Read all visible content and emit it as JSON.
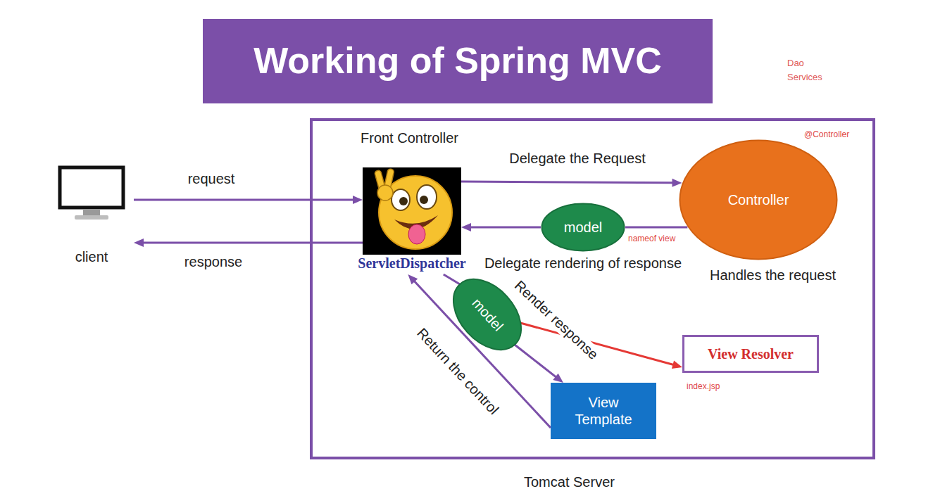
{
  "diagram": {
    "title": "Working of Spring MVC",
    "nodes": [
      {
        "text": [
          "client"
        ]
      },
      {
        "text": [
          "Tomcat Server"
        ]
      },
      {
        "text": [
          "ServletDispatcher"
        ],
        "in": 1
      },
      {
        "text": [
          "@Controller",
          "Controller",
          "Handles the request"
        ],
        "in": 1
      },
      {
        "text": [
          "model"
        ],
        "in": 1
      },
      {
        "text": [
          "model"
        ],
        "in": 1
      },
      {
        "text": [
          "View Resolver"
        ],
        "in": 1
      },
      {
        "text": [
          "View Template"
        ],
        "in": 1
      }
    ],
    "edges": [
      {
        "from": 0,
        "to": 2,
        "arrow": "to",
        "label": "request"
      },
      {
        "from": 2,
        "to": 0,
        "arrow": "to",
        "label": "response"
      },
      {
        "from": 2,
        "to": 3,
        "arrow": "to",
        "label": "Delegate the Request"
      },
      {
        "from": 3,
        "to": 4,
        "arrow": "none"
      },
      {
        "from": 4,
        "to": 2,
        "arrow": "to",
        "label": "Delegate rendering of response"
      },
      {
        "from": 2,
        "to": 5,
        "arrow": "none"
      },
      {
        "from": 5,
        "to": 7,
        "arrow": "to",
        "label": "Render response"
      },
      {
        "from": 5,
        "to": 6,
        "arrow": "to"
      },
      {
        "from": 7,
        "to": 2,
        "arrow": "to",
        "label": "Return the control"
      }
    ],
    "labels": [
      "Dao",
      "Services",
      "Front Controller",
      "nameof view",
      "index.jsp"
    ]
  }
}
